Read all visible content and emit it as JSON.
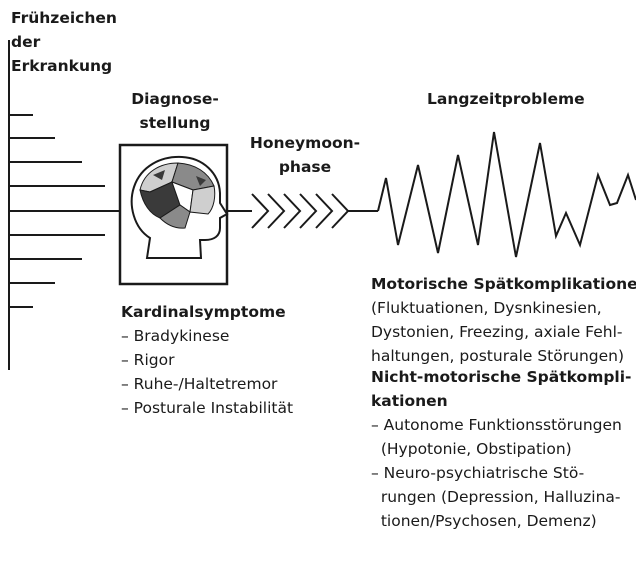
{
  "early_signs": {
    "lines": [
      "Frühzeichen",
      "der",
      "Erkrankung"
    ]
  },
  "diagnosis": {
    "lines": [
      "Diagnose-",
      "stellung"
    ]
  },
  "honeymoon": {
    "lines": [
      "Honeymoon-",
      "phase"
    ]
  },
  "longterm": {
    "title": "Langzeitprobleme"
  },
  "cardinal": {
    "title": "Kardinalsymptome",
    "items": [
      "– Bradykinese",
      "– Rigor",
      "– Ruhe-/Haltetremor",
      "– Posturale Instabilität"
    ]
  },
  "motor": {
    "title": "Motorische Spätkomplikationen",
    "lines": [
      "(Fluktuationen, Dysnkinesien,",
      "Dystonien, Freezing, axiale Fehl-",
      "haltungen, posturale Störungen)"
    ]
  },
  "nonmotor": {
    "title_lines": [
      "Nicht-motorische Spätkompli-",
      "kationen"
    ],
    "lines": [
      "– Autonome Funktionsstörungen",
      "  (Hypotonie, Obstipation)",
      "– Neuro-psychiatrische Stö-",
      "  rungen (Depression, Halluzina-",
      "  tionen/Psychosen, Demenz)"
    ]
  },
  "colors": {
    "stroke": "#1a1a1a",
    "head_fill": "#ffffff",
    "brain_dark": "#3a3a3a",
    "brain_mid": "#8a8a8a",
    "brain_light": "#cfcfcf"
  }
}
